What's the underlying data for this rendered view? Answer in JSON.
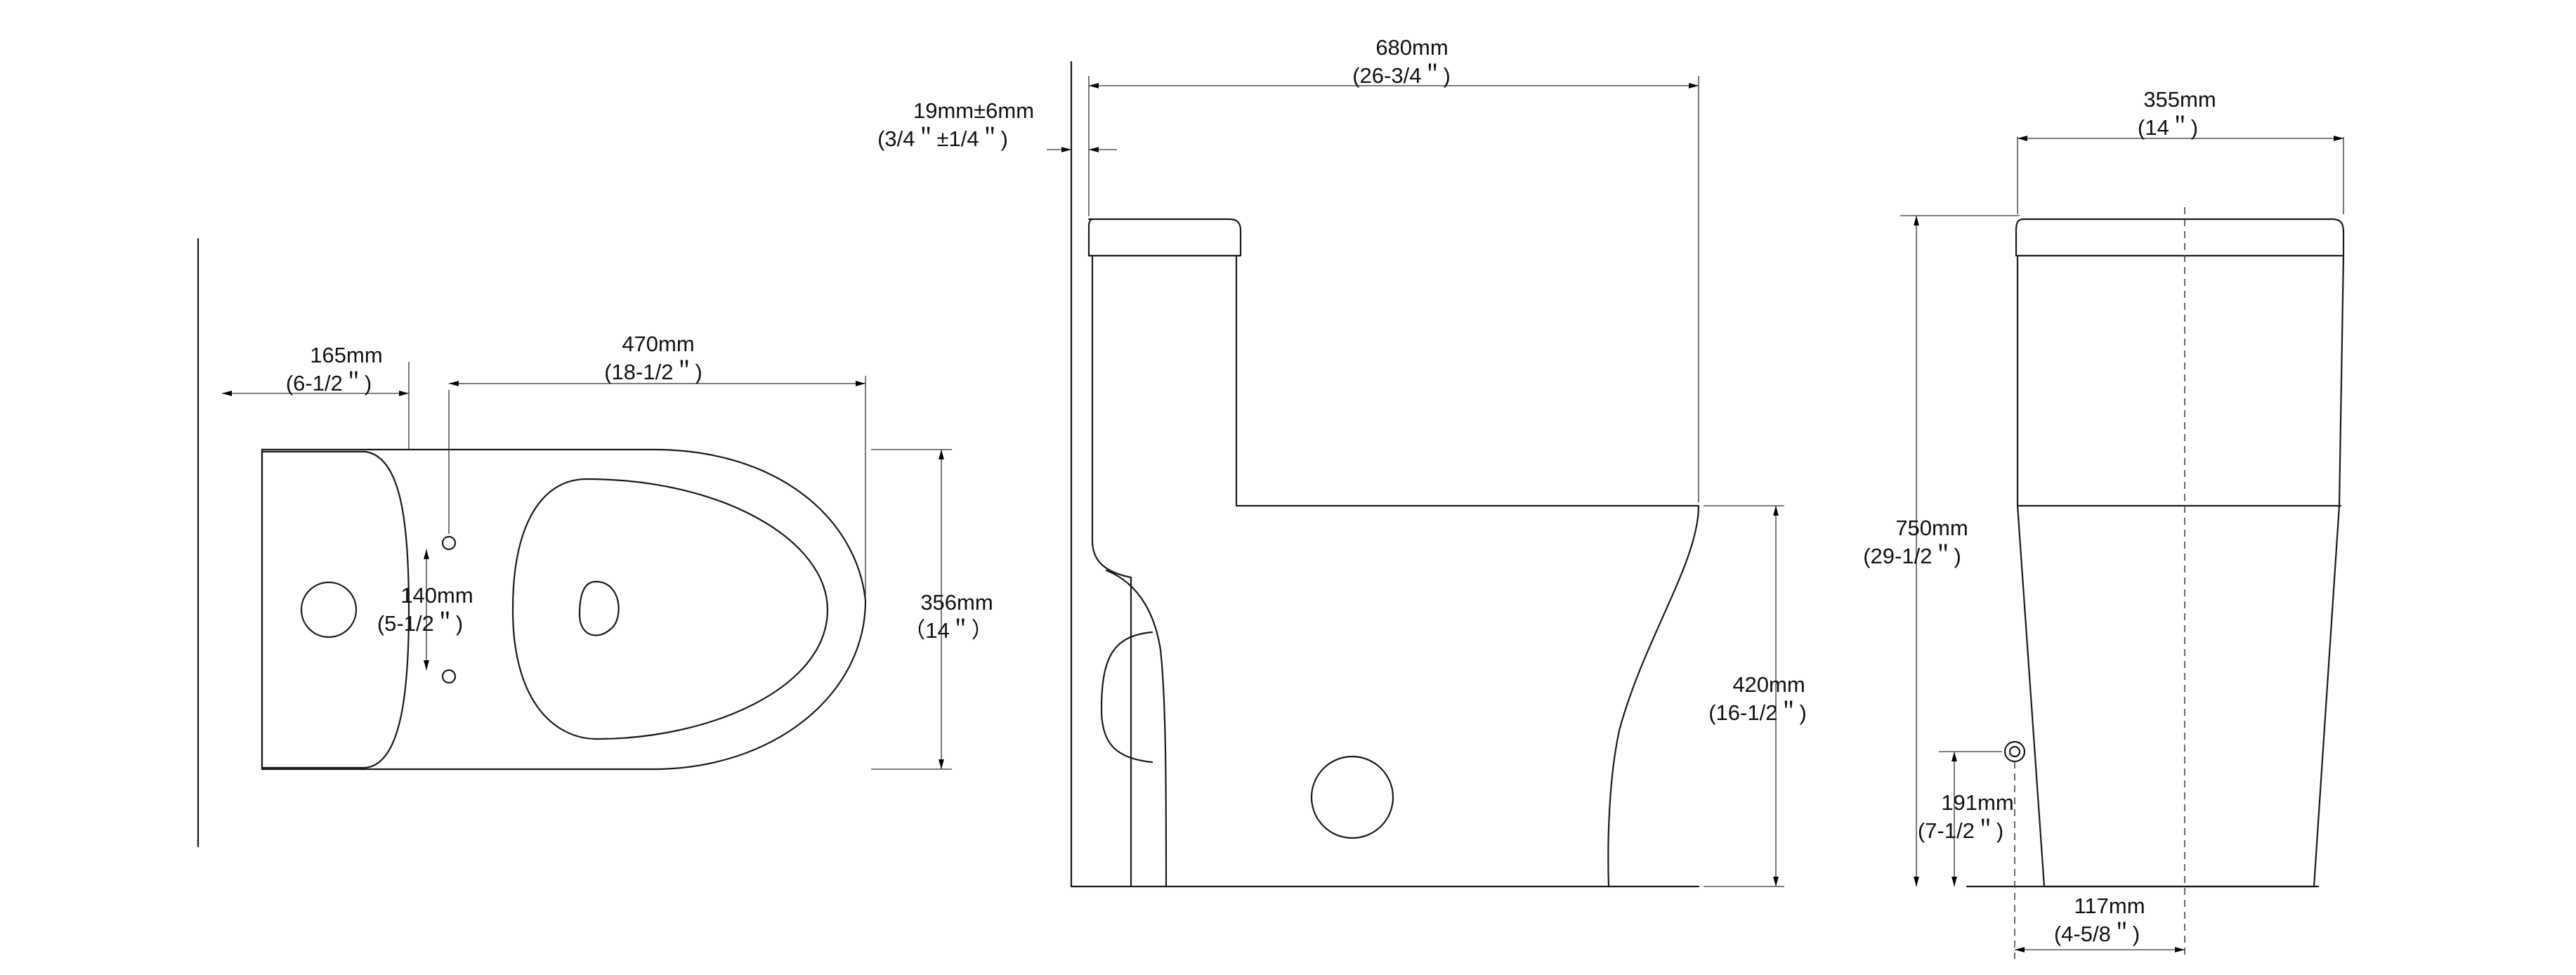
{
  "colors": {
    "line": "#1a1a1a",
    "background": "#ffffff",
    "text": "#111111"
  },
  "top_view": {
    "dims": {
      "tank_depth": {
        "metric": "165mm",
        "imperial": "(6-1/2＂)"
      },
      "bowl_length": {
        "metric": "470mm",
        "imperial": "(18-1/2＂)"
      },
      "bolt_spacing": {
        "metric": "140mm",
        "imperial": "(5-1/2＂)"
      },
      "width": {
        "metric": "356mm",
        "imperial": "（14＂）"
      }
    }
  },
  "side_view": {
    "dims": {
      "length": {
        "metric": "680mm",
        "imperial": "(26-3/4＂)"
      },
      "wall_clearance": {
        "metric": "19mm±6mm",
        "imperial": "(3/4＂±1/4＂)"
      },
      "seat_height": {
        "metric": "420mm",
        "imperial": "(16-1/2＂)"
      }
    }
  },
  "front_view": {
    "dims": {
      "width": {
        "metric": "355mm",
        "imperial": "(14＂)"
      },
      "height": {
        "metric": "750mm",
        "imperial": "(29-1/2＂)"
      },
      "supply_height": {
        "metric": "191mm",
        "imperial": "(7-1/2＂)"
      },
      "supply_offset": {
        "metric": "117mm",
        "imperial": "(4-5/8＂)"
      }
    }
  }
}
